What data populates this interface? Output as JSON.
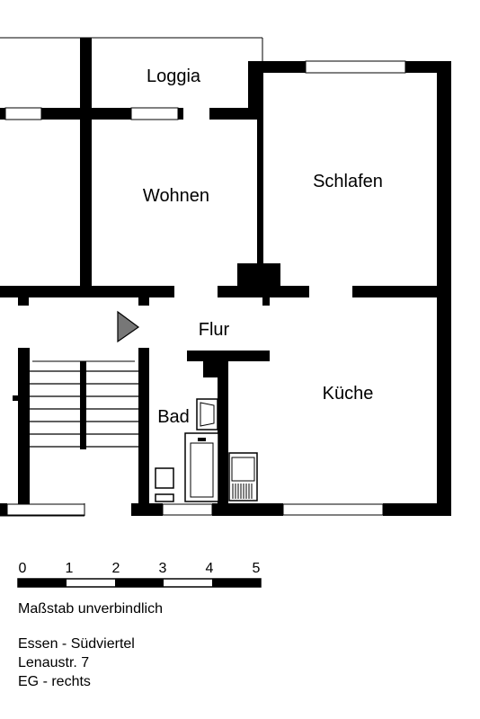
{
  "rooms": {
    "loggia": "Loggia",
    "wohnen": "Wohnen",
    "schlafen": "Schlafen",
    "flur": "Flur",
    "kueche": "Küche",
    "bad": "Bad"
  },
  "scale": {
    "ticks": [
      "0",
      "1",
      "2",
      "3",
      "4",
      "5"
    ],
    "unit_note": "Maßstab unverbindlich"
  },
  "address": {
    "line1": "Essen - Südviertel",
    "line2": "Lenaustr. 7",
    "line3": "EG - rechts"
  }
}
